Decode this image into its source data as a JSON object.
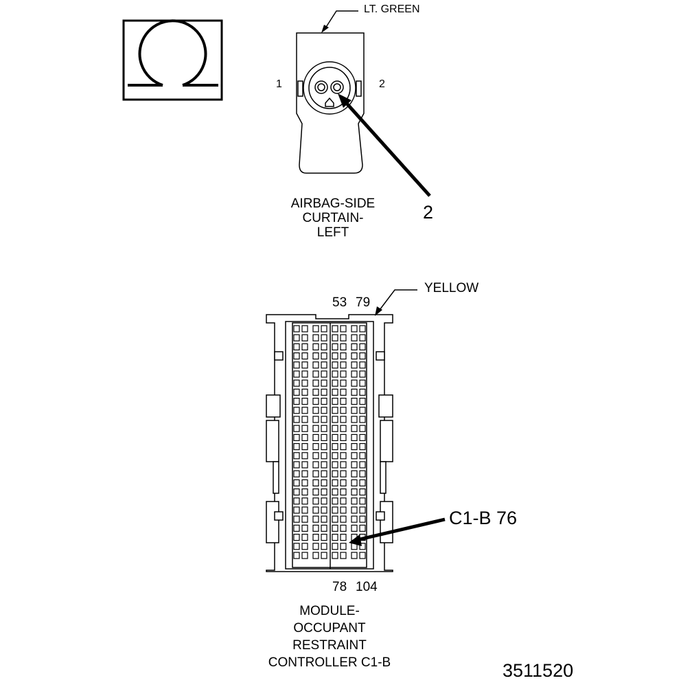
{
  "ohm_symbol": {
    "icon": "ohm-icon"
  },
  "airbag_connector": {
    "wire_color": "LT. GREEN",
    "pin_left": "1",
    "pin_right": "2",
    "callout": "2",
    "name_lines": [
      "AIRBAG-SIDE",
      "CURTAIN-",
      "LEFT"
    ]
  },
  "module_connector": {
    "wire_color": "YELLOW",
    "top_pin_a": "53",
    "top_pin_b": "79",
    "bottom_pin_a": "78",
    "bottom_pin_b": "104",
    "callout": "C1-B 76",
    "name_lines": [
      "MODULE-",
      "OCCUPANT",
      "RESTRAINT",
      "CONTROLLER C1-B"
    ]
  },
  "figure_number": "3511520"
}
